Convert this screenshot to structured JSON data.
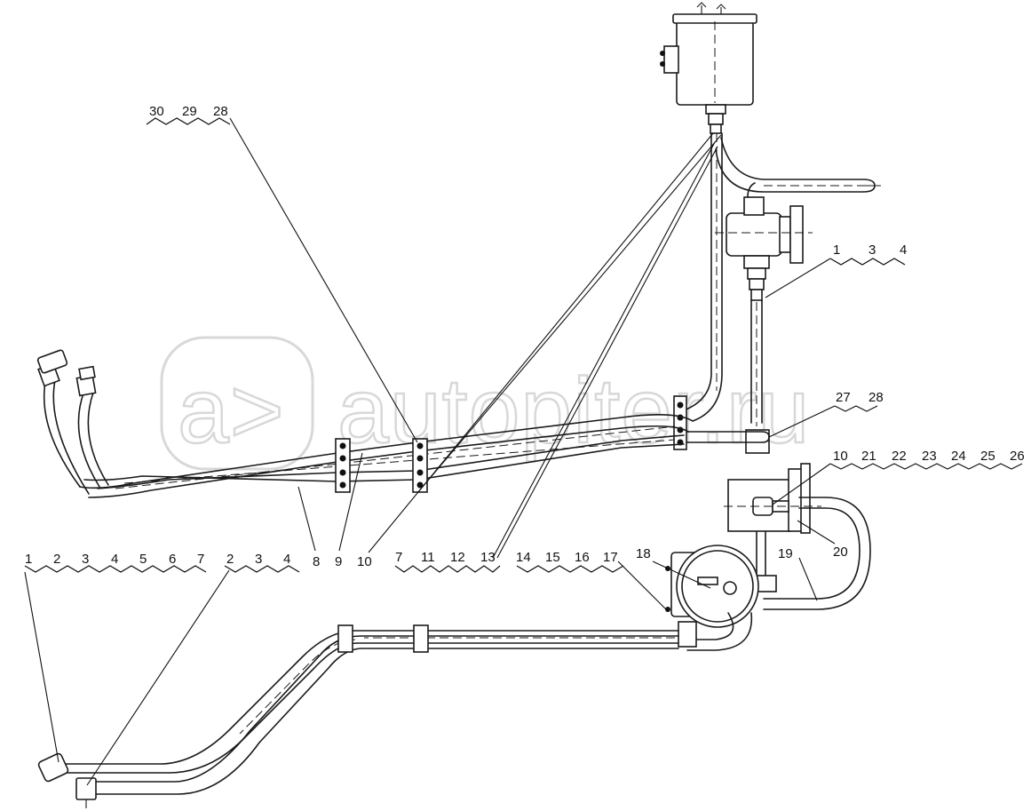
{
  "watermark": {
    "text": "autopiter.ru",
    "logo_glyph": "a>"
  },
  "callouts": [
    {
      "id": "c30",
      "text": "30"
    },
    {
      "id": "c29",
      "text": "29"
    },
    {
      "id": "c28a",
      "text": "28"
    },
    {
      "id": "c1a",
      "text": "1"
    },
    {
      "id": "c3a",
      "text": "3"
    },
    {
      "id": "c4a",
      "text": "4"
    },
    {
      "id": "c27",
      "text": "27"
    },
    {
      "id": "c28b",
      "text": "28"
    },
    {
      "id": "c10a",
      "text": "10"
    },
    {
      "id": "c21",
      "text": "21"
    },
    {
      "id": "c22",
      "text": "22"
    },
    {
      "id": "c23",
      "text": "23"
    },
    {
      "id": "c24",
      "text": "24"
    },
    {
      "id": "c25",
      "text": "25"
    },
    {
      "id": "c26",
      "text": "26"
    },
    {
      "id": "c8",
      "text": "8"
    },
    {
      "id": "c9",
      "text": "9"
    },
    {
      "id": "c10b",
      "text": "10"
    },
    {
      "id": "c7a",
      "text": "7"
    },
    {
      "id": "c11",
      "text": "11"
    },
    {
      "id": "c12",
      "text": "12"
    },
    {
      "id": "c13",
      "text": "13"
    },
    {
      "id": "c14",
      "text": "14"
    },
    {
      "id": "c15",
      "text": "15"
    },
    {
      "id": "c16",
      "text": "16"
    },
    {
      "id": "c17",
      "text": "17"
    },
    {
      "id": "c18",
      "text": "18"
    },
    {
      "id": "c19",
      "text": "19"
    },
    {
      "id": "c20",
      "text": "20"
    },
    {
      "id": "c1b",
      "text": "1"
    },
    {
      "id": "c2a",
      "text": "2"
    },
    {
      "id": "c3b",
      "text": "3"
    },
    {
      "id": "c4b",
      "text": "4"
    },
    {
      "id": "c5",
      "text": "5"
    },
    {
      "id": "c6",
      "text": "6"
    },
    {
      "id": "c7b",
      "text": "7"
    },
    {
      "id": "c2b",
      "text": "2"
    },
    {
      "id": "c3c",
      "text": "3"
    },
    {
      "id": "c4c",
      "text": "4"
    }
  ]
}
